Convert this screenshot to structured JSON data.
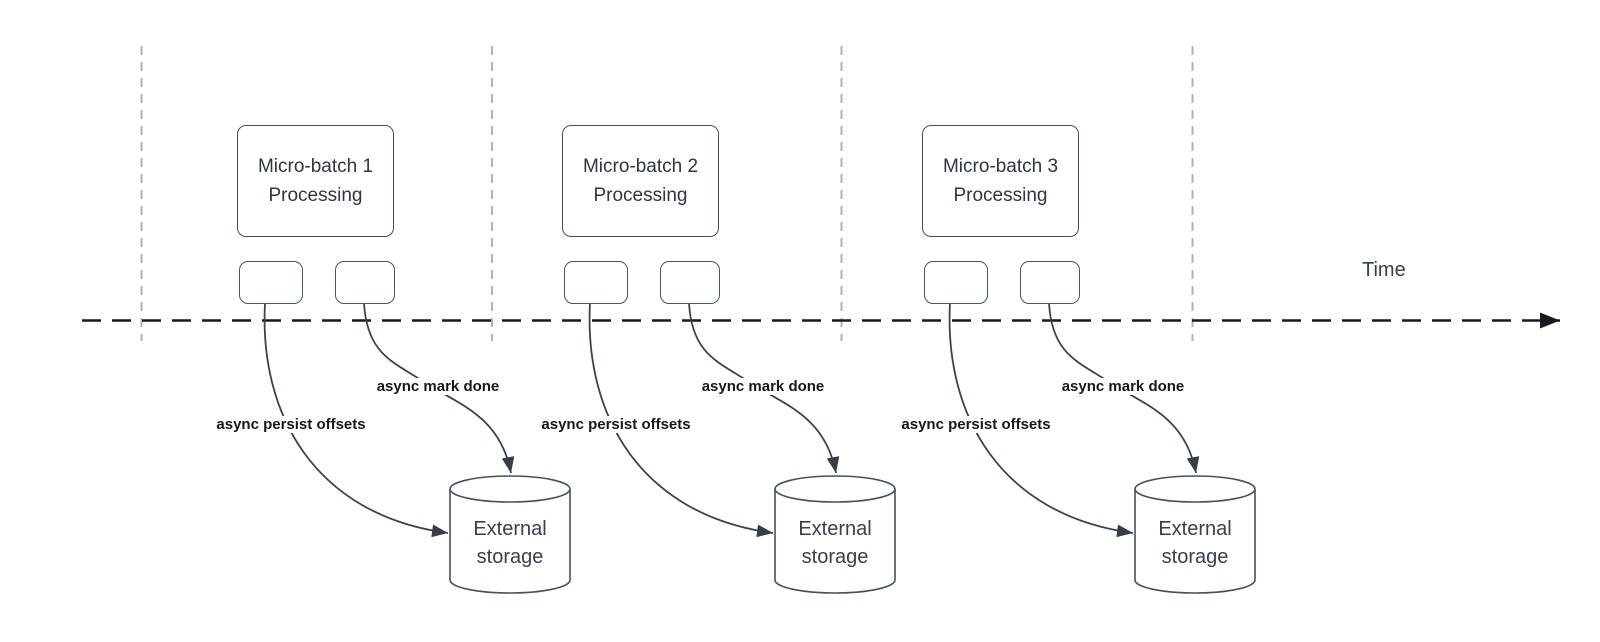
{
  "timeline": {
    "label": "Time"
  },
  "batches": [
    {
      "box_label": "Micro-batch 1\nProcessing",
      "persist_arrow_label": "async persist offsets",
      "mark_done_arrow_label": "async mark done",
      "storage_label": "External\nstorage"
    },
    {
      "box_label": "Micro-batch 2\nProcessing",
      "persist_arrow_label": "async persist offsets",
      "mark_done_arrow_label": "async mark done",
      "storage_label": "External\nstorage"
    },
    {
      "box_label": "Micro-batch 3\nProcessing",
      "persist_arrow_label": "async persist offsets",
      "mark_done_arrow_label": "async mark done",
      "storage_label": "External\nstorage"
    }
  ],
  "colors": {
    "background": "#ffffff",
    "shape_stroke": "#47505e",
    "curve_stroke": "#3b4350",
    "axis_stroke": "#17191e",
    "guide_stroke": "#b2b3b6",
    "node_text": "#2f3542",
    "storage_text": "#39404e",
    "arrow_label_text": "#14171e"
  }
}
